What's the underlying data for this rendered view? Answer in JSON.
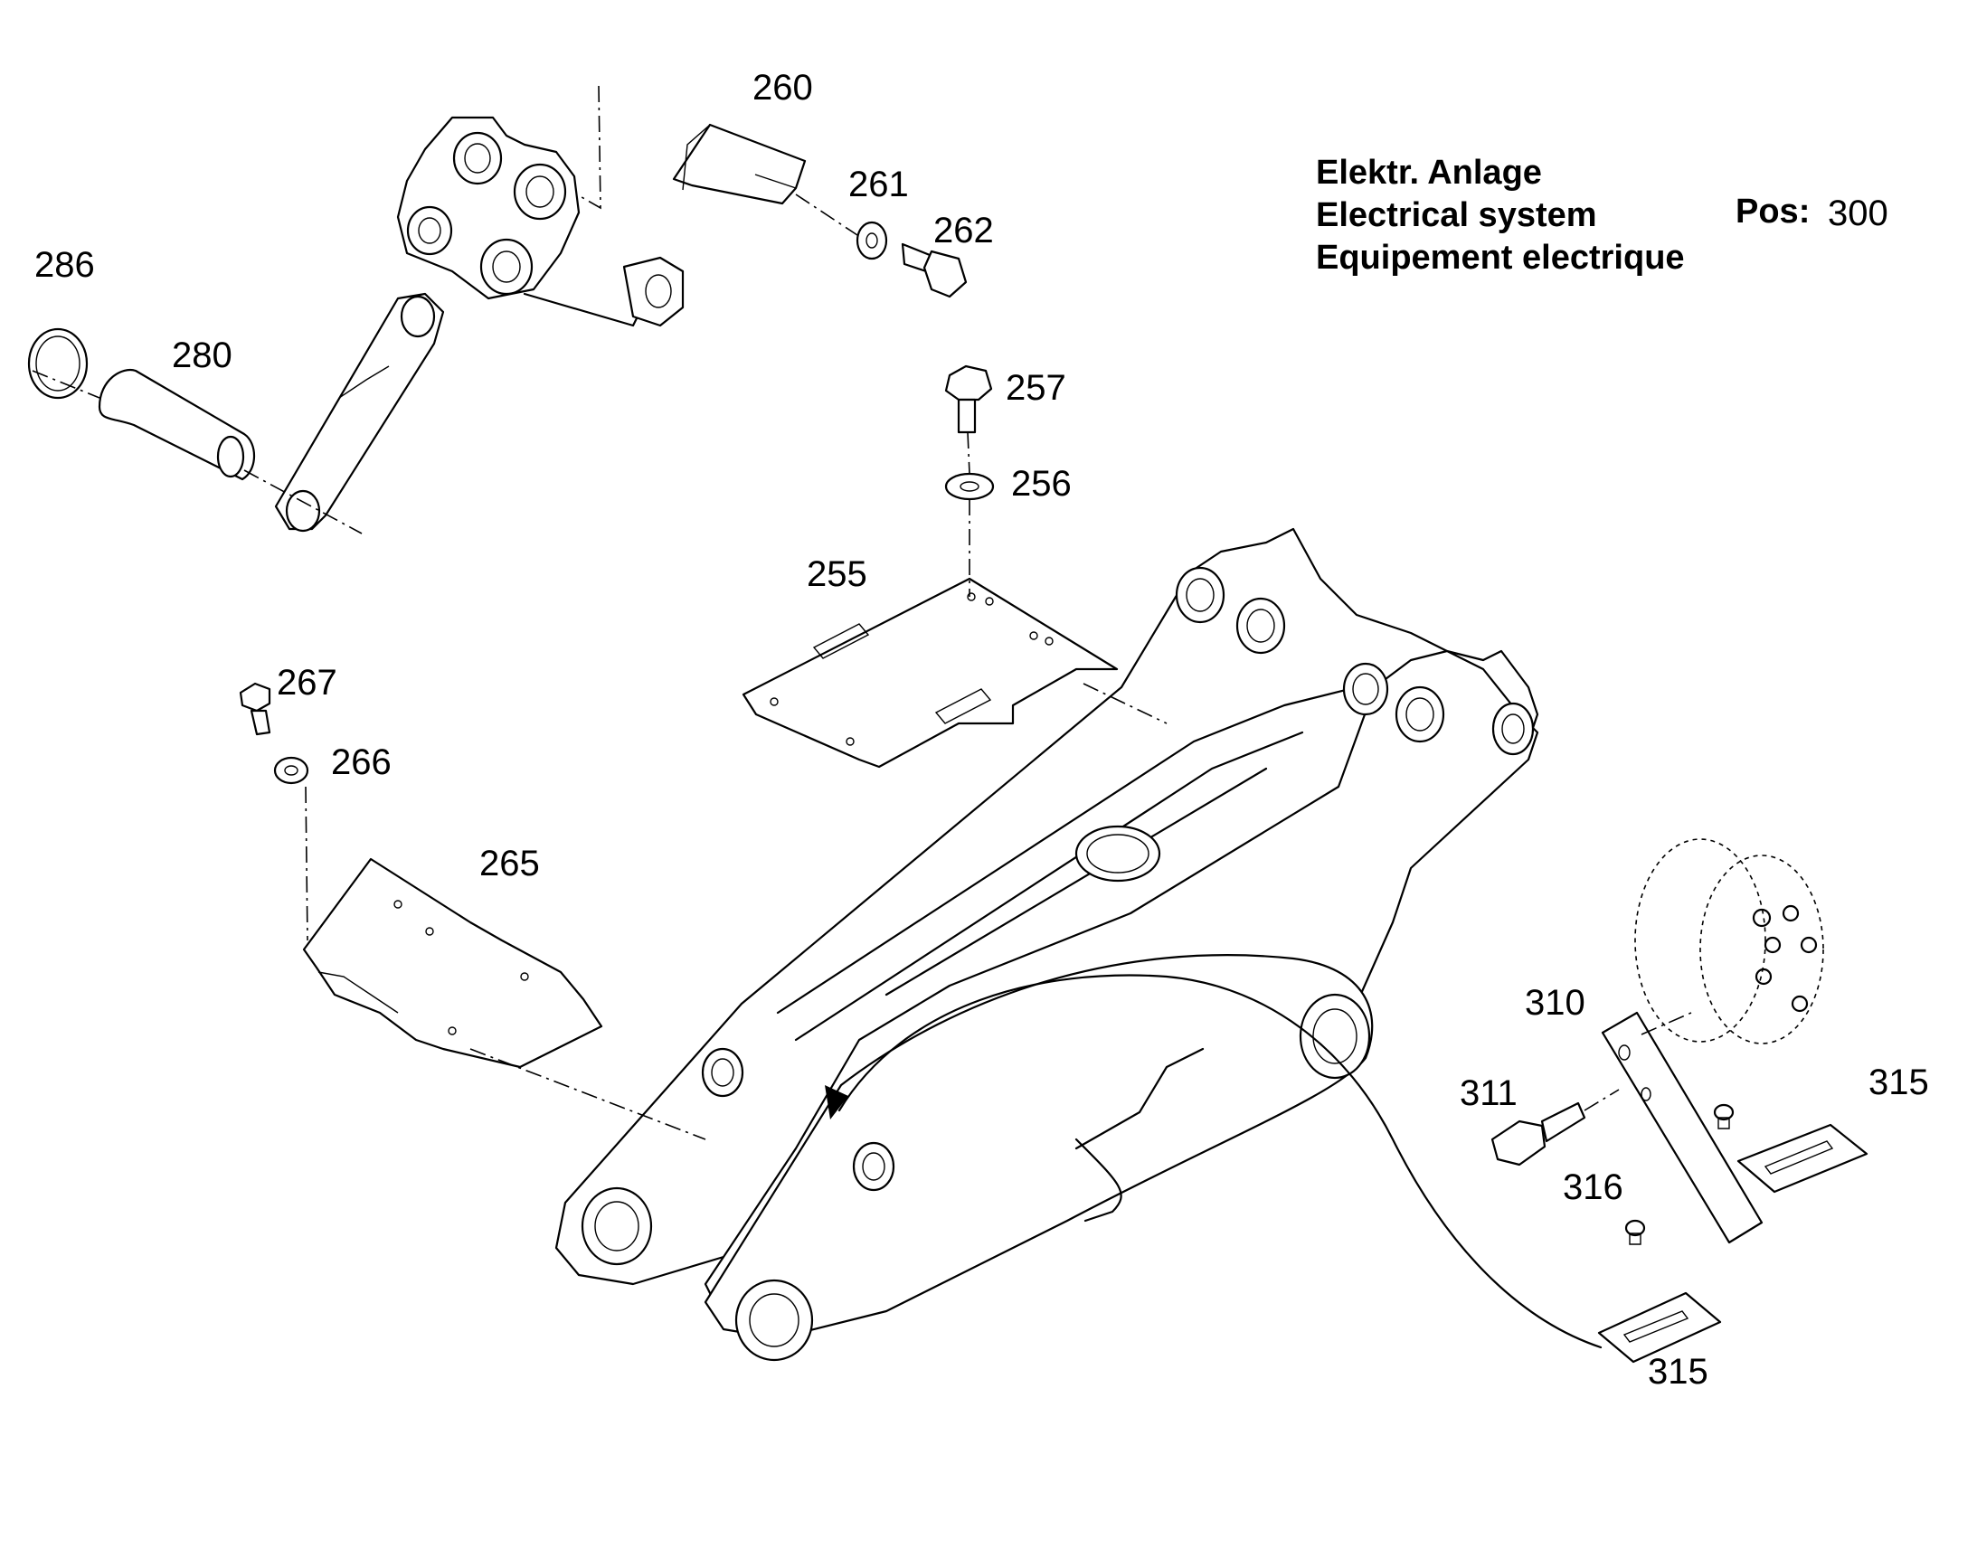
{
  "legend": {
    "line_de": "Elektr. Anlage",
    "line_en": "Electrical system",
    "line_fr": "Equipement electrique",
    "pos_label": "Pos:",
    "pos_value": "300"
  },
  "callouts": {
    "c255": "255",
    "c256": "256",
    "c257": "257",
    "c260": "260",
    "c261": "261",
    "c262": "262",
    "c265": "265",
    "c266": "266",
    "c267": "267",
    "c280": "280",
    "c286": "286",
    "c310": "310",
    "c311": "311",
    "c315a": "315",
    "c315b": "315",
    "c316": "316"
  }
}
